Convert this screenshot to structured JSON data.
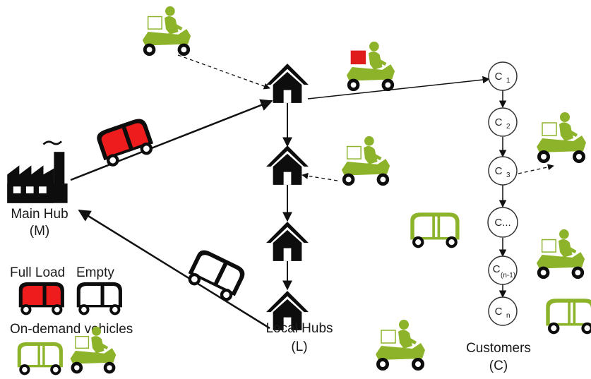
{
  "labels": {
    "main_hub_name": "Main Hub",
    "main_hub_symbol": "(M)",
    "local_hubs_name": "Local Hubs",
    "local_hubs_symbol": "(L)",
    "customers_name": "Customers",
    "customers_symbol": "(C)"
  },
  "legend": {
    "full_load": "Full Load",
    "empty": "Empty",
    "on_demand": "On-demand vehicles"
  },
  "customers": [
    {
      "base": "C",
      "sub": "1"
    },
    {
      "base": "C",
      "sub": "2"
    },
    {
      "base": "C",
      "sub": "3"
    },
    {
      "base": "C...",
      "sub": ""
    },
    {
      "base": "C",
      "sub": "(n-1)"
    },
    {
      "base": "C",
      "sub": "n"
    }
  ],
  "colors": {
    "green": "#8db32a",
    "red": "#ee1c1c",
    "black": "#0d0d0d"
  }
}
